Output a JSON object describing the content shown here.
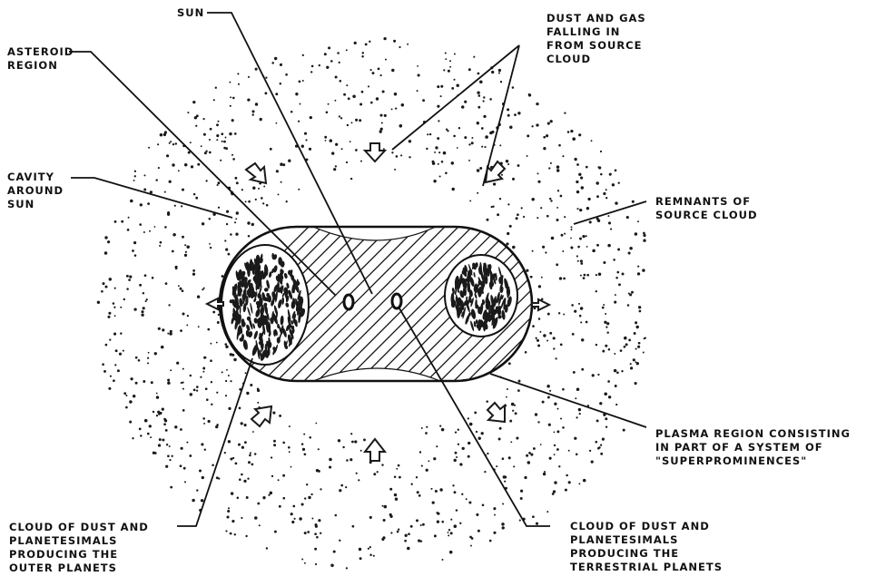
{
  "labels": {
    "sun": "SUN",
    "dust_gas": [
      "DUST AND GAS",
      "FALLING IN",
      "FROM SOURCE",
      "CLOUD"
    ],
    "asteroid": [
      "ASTEROID",
      "REGION"
    ],
    "cavity": [
      "CAVITY",
      "AROUND",
      "SUN"
    ],
    "remnants": [
      "REMNANTS OF",
      "SOURCE CLOUD"
    ],
    "plasma": [
      "PLASMA REGION CONSISTING",
      "IN PART OF A SYSTEM OF",
      "\"SUPERPROMINENCES\""
    ],
    "cloud_outer": [
      "CLOUD OF DUST AND",
      "PLANETESIMALS",
      "PRODUCING THE",
      "OUTER PLANETS"
    ],
    "cloud_terrestrial": [
      "CLOUD OF DUST AND",
      "PLANETESIMALS",
      "PRODUCING THE",
      "TERRESTRIAL PLANETS"
    ]
  },
  "colors": {
    "ink": "#111111",
    "background": "#ffffff"
  }
}
